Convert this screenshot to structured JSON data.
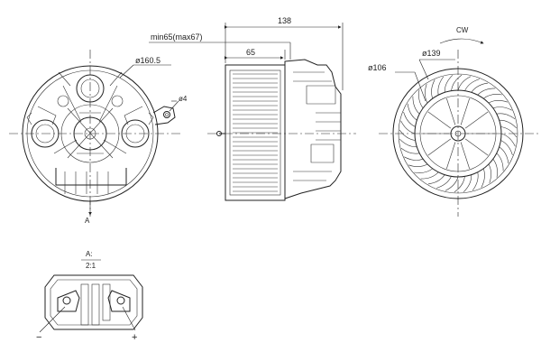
{
  "labels": {
    "dia_160": "ø160.5",
    "dia_4": "ø4",
    "dia_106": "ø106",
    "dia_139": "ø139",
    "len_138": "138",
    "len_65": "65",
    "min_max": "min65(max67)",
    "rotation": "CW",
    "section_mark": "A",
    "detail_title": "A:",
    "detail_scale": "2:1",
    "terminal_minus": "−",
    "terminal_plus": "+"
  }
}
